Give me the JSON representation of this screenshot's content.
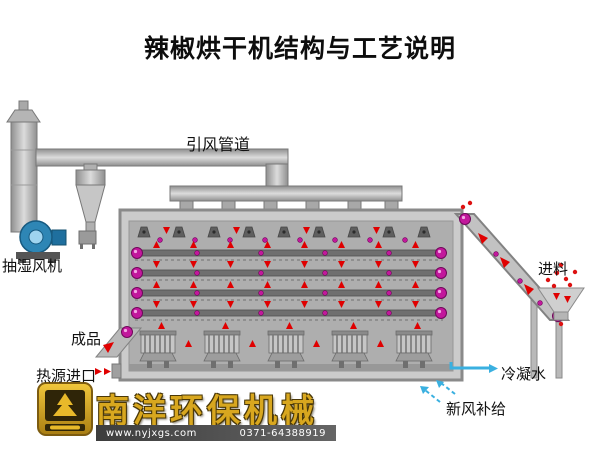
{
  "title": "辣椒烘干机结构与工艺说明",
  "labels": {
    "induced_draft_duct": "引风管道",
    "dehumidify_fan": "抽湿风机",
    "feed_inlet": "进料",
    "finished_product": "成品",
    "heat_source_inlet": "热源进口",
    "condensate_water": "冷凝水",
    "fresh_air_supply": "新风补给"
  },
  "footer": {
    "brand": "南洋环保机械",
    "website": "www.nyjxgs.com",
    "phone": "0371-64388919"
  },
  "colors": {
    "machine_gray": "#b8b8b8",
    "roller_magenta": "#c2189c",
    "arrow_red": "#e00000",
    "fan_blue": "#2e86b5",
    "water_blue": "#3ab0e0",
    "brand_gold": "#d8a71f"
  }
}
